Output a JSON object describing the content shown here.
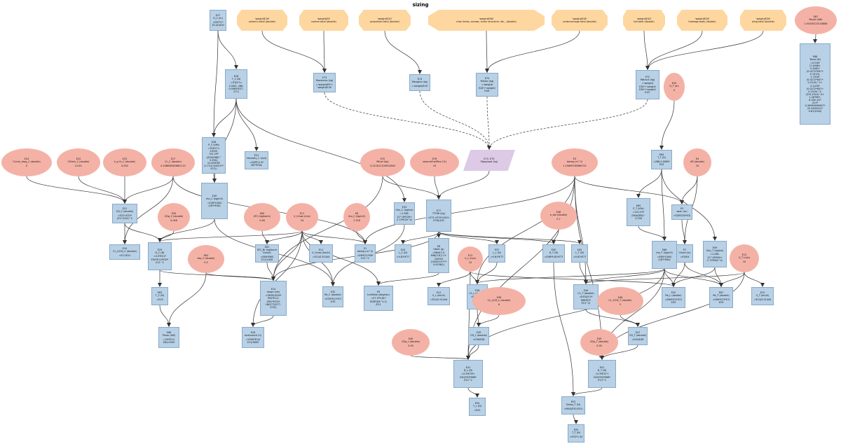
{
  "title": "sizing",
  "colors": {
    "box": "#b8d1e6",
    "ellipse": "#f4b2a6",
    "octagon": "#fed7a0",
    "para": "#dccae6",
    "edge": "#333333"
  },
  "nodes": {
    "e27": {
      "label": "E27\nH_C (m)",
      "expr": "=E67*1*\n25.4/1000"
    },
    "w16": {
      "label": "'weight/E16'\navionics total (double)",
      "expr": ""
    },
    "w9": {
      "label": "'weight/E9'\ncontrol total (double)",
      "expr": ""
    },
    "w20": {
      "label": "'weight/E20'\npropulsion total (double)",
      "expr": ""
    },
    "w46": {
      "label": "'weight/E46'\nmisc items, screws, minor structure, etc., (double)",
      "expr": ""
    },
    "w28": {
      "label": "'weight/E28'\nundercarriage total (double)",
      "expr": ""
    },
    "w43": {
      "label": "'weight/E43'\ntail total (double)",
      "expr": ""
    },
    "w26": {
      "label": "'weight/E26'\nfuselage body (double)",
      "expr": ""
    },
    "w36": {
      "label": "'weight/E36'\nwing total (double)",
      "expr": ""
    },
    "e67": {
      "label": "E67\nPavail (kW)",
      "expr": "1.50470223134884"
    },
    "e68": {
      "label": "E68\nTavail (N)",
      "expr": "=0.516*\n(7.4948+\n0.5461*\n(0.0272*E67+\n0.1519)-\n1.7516*\n(0.0272*E67+\n0.1519)^2+\n0.1476*\n(0.0272*E67+\n0.1519)^3-\n(3*0.1519)^4+\n1.26*E67-\n6.35E-1G*\n(3.0*\n0.39999999997*\n25.3495231*\n9.81/1000)"
    },
    "e26": {
      "label": "E26\nT_C (N)",
      "expr": "=IF(E27>\n11000, 288-\n0.0065*E27,\n217)"
    },
    "e73": {
      "label": "E73\nMavionics (kg)",
      "expr": "='weight/E9'+\n'weight/E16'"
    },
    "e74": {
      "label": "E74\nMengine (kg)",
      "expr": "='weight/E20'"
    },
    "e75": {
      "label": "E75\nMmisc (kg)",
      "expr": "='weight/\nE28'+'weight/\nE46'"
    },
    "e72": {
      "label": "E72\nMstruct (kg)",
      "expr": "='weight/\nE26'+'weight/\nE36'+'weight/\nE43'"
    },
    "e28": {
      "label": "E28\nP_C (kPa)",
      "expr": "=IF(E27<\n11000,\n101.29*\n((E26/288)^\n5.256),\n22.65*EXP\n(1.73-0.000157*\nE27))"
    },
    "e31": {
      "label": "E31\nViscosity_C (m/s)",
      "expr": "=SQRT(1.4*\n287*E26)"
    },
    "e71": {
      "label": "E71: E75\nMpayload (kg)",
      "expr": ""
    },
    "e53": {
      "label": "E53\nH_T (m)",
      "expr": "0"
    },
    "e24": {
      "label": "E24\nCLmin_drag_C (double)",
      "expr": "0"
    },
    "e22": {
      "label": "E22\nCDmin_C (double)",
      "expr": "0.021"
    },
    "e23": {
      "label": "E23\nk_p+k_C (double)",
      "expr": "0.052"
    },
    "e17": {
      "label": "E17\nCL_C (double)",
      "expr": "0.238636363661113"
    },
    "e30": {
      "label": "E30\nrho_C (kg/m3)",
      "expr": "=E28*1000/\n(287*E26)"
    },
    "e70": {
      "label": "E70\nMfuel (kg)",
      "expr": "0.211611139912849"
    },
    "e76": {
      "label": "E76\nreserveFuelPerc (%)",
      "expr": "10"
    },
    "e3": {
      "label": "E3\nAwing (m^2)",
      "expr": "1.15659783980722"
    },
    "e4": {
      "label": "E4\nAR (double)",
      "expr": "10"
    },
    "e64": {
      "label": "E64\nT_T (K)",
      "expr": "=288-0.0065*\nE53"
    },
    "e21": {
      "label": "E21\nCD_C (double)",
      "expr": "=E22+E23*\n(E17-E24)^2"
    },
    "e35": {
      "label": "E35\nCDp_C (double)",
      "expr": "0.046"
    },
    "e60": {
      "label": "E60\nSFC (kg/kw.hr)",
      "expr": "0.46"
    },
    "e11": {
      "label": "E11\nV_Cmax (m/s)",
      "expr": "24"
    },
    "e6": {
      "label": "E6\nrho_C (kg/m3)",
      "expr": "1.226"
    },
    "e33": {
      "label": "E33\nVisc_C (kg/ms)",
      "expr": "=1.26E-\n10^(6*E26+\n2.73*E26^4)"
    },
    "e77": {
      "label": "E77\nTTOW (kg)",
      "expr": "=E71+E70*(100+\nE76)/100"
    },
    "e48": {
      "label": "E48\ne_tail (double)",
      "expr": "0.7"
    },
    "e65": {
      "label": "E65\nP_T (kPa)",
      "expr": "=101.29*\n(E64/288)^\n5.256"
    },
    "e5": {
      "label": "E5\nspan (m)",
      "expr": "=SQRT(E4*E3)"
    },
    "e19": {
      "label": "E19\nCL_C/CD_C (double)",
      "expr": "=E17/E21"
    },
    "e29": {
      "label": "E29\nD_C (N)",
      "expr": "=0.5*E21*\nE30*E11*E30*\nE11^2"
    },
    "e62": {
      "label": "E62\neta_C (double)",
      "expr": "0.5"
    },
    "e61": {
      "label": "E61\nSFC_Br (kg/kw.hr thrust)",
      "expr": "=E60*E60/\nE11/1000"
    },
    "e12c": {
      "label": "E11\nV_Cmax (km/h)",
      "expr": "=E11/0.51444"
    },
    "e1": {
      "label": "E1\nAwing (m^2)",
      "expr": "=E6*E11*E6*\nE11^2"
    },
    "e10": {
      "label": "E10\nL_C (N)",
      "expr": "=9.81*E77"
    },
    "e8": {
      "label": "E8\nUtent (g)",
      "expr": "=MAX(2.5,\nMIN(3.8,2.1+\n24000/\n(10000+E77*\n0.4536)))"
    },
    "e12": {
      "label": "E12\nV_L (m/s)",
      "expr": "10"
    },
    "e37": {
      "label": "E37\nL_L (N)",
      "expr": "=9.81*E77"
    },
    "e50": {
      "label": "E50\nD_T (N)",
      "expr": "=E48*9.81*E77"
    },
    "e45": {
      "label": "E45\nL_T (N)",
      "expr": "=9.81*E77"
    },
    "e66": {
      "label": "E66\nrho_T (kg/m3)",
      "expr": "=E65*1000/\n(287*E64)"
    },
    "e7": {
      "label": "E7\nChord (m)",
      "expr": "=E5/E4"
    },
    "e59": {
      "label": "E59\nVisc_T (kg/ms)",
      "expr": "=1.26E-\n10^(6*E64+\n2.73*E64^4)"
    },
    "e13": {
      "label": "E13\nV_T (m/s)",
      "expr": "10"
    },
    "e63": {
      "label": "E63\nT_C (N)",
      "expr": "=E29"
    },
    "e14": {
      "label": "E14\nrange (km)",
      "expr": "=3600/1000*\nE62*E11/\n(E61*E29)*\nLN(E77/(E77-\nE70))"
    },
    "e32": {
      "label": "E32\nRe_C (double)",
      "expr": "=E30*E11*E7/\nE33"
    },
    "e9": {
      "label": "E9\nturnRate (deg/sec)",
      "expr": "=57.3*9.81*\nSQRT(E8^2-1)\n/E11"
    },
    "e12b": {
      "label": "E12\nV_L (km/h)",
      "expr": "=E12/0.51444"
    },
    "e36": {
      "label": "E36\nCL_L (double)",
      "expr": "=E37/(0.5*\nE3*E66*\nE12^2)"
    },
    "e38": {
      "label": "E38\nCL_L/CD_L (double)",
      "expr": "8"
    },
    "e44": {
      "label": "E44\nCL_T (double)",
      "expr": "=E45/(0.5*\nE66*E3*\nE13^2)"
    },
    "e46": {
      "label": "E46\nCL_T/CD_T (double)",
      "expr": "5"
    },
    "e42": {
      "label": "E42\nRe_L (double)",
      "expr": "=E66*E12*E7/\nE59"
    },
    "e67b": {
      "label": "E67\nRe_T (double)",
      "expr": "=E66*E13*E7/\nE59"
    },
    "e15": {
      "label": "E15\nV_T (km/h)",
      "expr": "=E13/0.51444"
    },
    "e69": {
      "label": "E66\nPmax (kW)",
      "expr": "=29*E11/\nE62/1000"
    },
    "e16": {
      "label": "E16\nendurance (h)",
      "expr": "=2000*E14/\nE11/3600"
    },
    "e39": {
      "label": "E39\nCD_L (double)",
      "expr": "=E36/E38"
    },
    "e47": {
      "label": "E47\nCD_T (double)",
      "expr": "=E44/E46"
    },
    "e40": {
      "label": "E40\nCDp_L (double)",
      "expr": "0.05"
    },
    "e49": {
      "label": "E49\nCDp_T (double)",
      "expr": "0.05"
    },
    "e41": {
      "label": "E41\nD_L (N)",
      "expr": "=0.5*E39+\nE40)*E3*E66*\nE12^2"
    },
    "e51": {
      "label": "E51\nD_T (N)",
      "expr": "=0.5*E47+\nE49)*E3*E66*\nE13^2"
    },
    "e52": {
      "label": "E52\nDmax_T (N)",
      "expr": "=MAX(E50,E51)"
    },
    "e54": {
      "label": "E54\nT_L (N)",
      "expr": "=E41"
    },
    "e55": {
      "label": "E55\nT_T (N)",
      "expr": "=E52*1.05"
    }
  }
}
